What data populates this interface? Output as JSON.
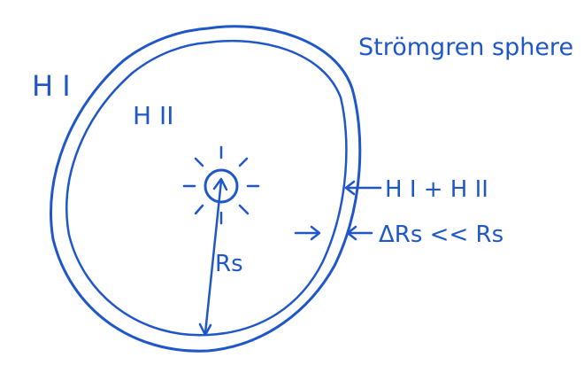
{
  "diagram": {
    "title": "Strömgren sphere",
    "outer_region_label": "H I",
    "inner_region_label": "H II",
    "shell_label": "H I + H II",
    "thickness_relation": "ΔRs << Rs",
    "radius_label": "Rs",
    "ink_color": "#1f57c8",
    "central_star_icon": "sun-icon"
  }
}
